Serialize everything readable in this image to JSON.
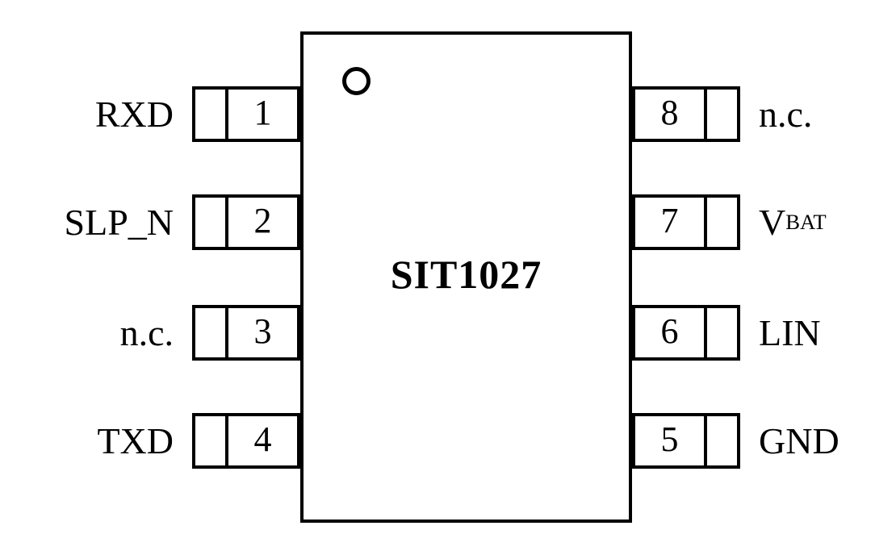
{
  "chip": {
    "name": "SIT1027"
  },
  "colors": {
    "line": "#000000",
    "background": "#ffffff"
  },
  "pins": {
    "left": [
      {
        "number": "1",
        "label": "RXD"
      },
      {
        "number": "2",
        "label": "SLP_N"
      },
      {
        "number": "3",
        "label": "n.c."
      },
      {
        "number": "4",
        "label": "TXD"
      }
    ],
    "right": [
      {
        "number": "8",
        "label": "n.c."
      },
      {
        "number": "7",
        "label": "V",
        "label_sub": "BAT"
      },
      {
        "number": "6",
        "label": "LIN"
      },
      {
        "number": "5",
        "label": "GND"
      }
    ]
  }
}
